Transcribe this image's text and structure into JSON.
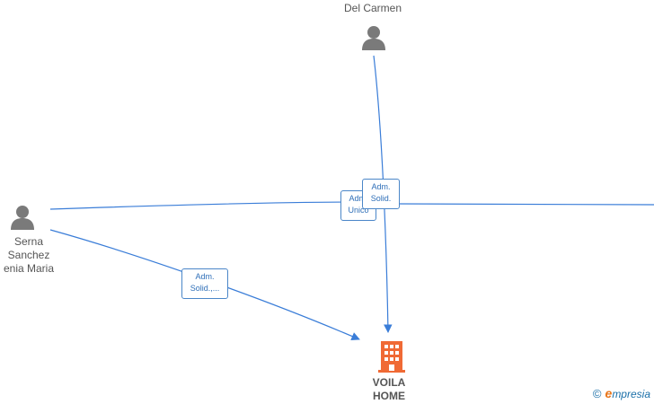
{
  "colors": {
    "edge": "#3a7dd8",
    "person": "#7a7a7a",
    "company": "#f06a35",
    "label_border": "#4a86c8",
    "label_text": "#2f6fb8",
    "brand_orange": "#e8751a",
    "brand_blue": "#1a6fa8"
  },
  "nodes": {
    "del_carmen": {
      "label": "Del Carmen",
      "icon": "person-icon"
    },
    "serna": {
      "label": "Serna\nSanchez\nenia Maria",
      "icon": "person-icon"
    },
    "voila": {
      "label": "VOILA\nHOME",
      "icon": "building-icon"
    }
  },
  "edge_labels": {
    "adm_unico": {
      "line1": "Adm.",
      "line2": "Unico"
    },
    "adm_solid_top": {
      "line1": "Adm.",
      "line2": "Solid."
    },
    "adm_solid_left": {
      "line1": "Adm.",
      "line2": "Solid.,..."
    }
  },
  "brand": {
    "copyright": "©",
    "initial": "e",
    "rest": "mpresia"
  }
}
